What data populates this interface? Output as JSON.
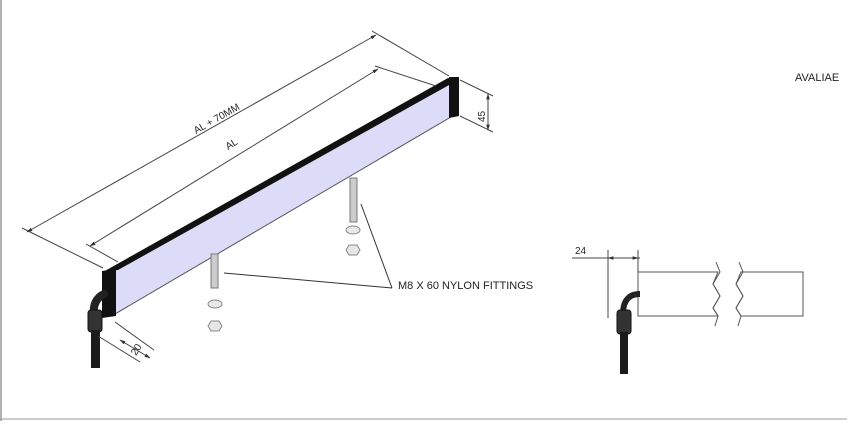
{
  "drawing": {
    "labels": {
      "overall_length": "AL + 70MM",
      "active_length": "AL",
      "height": "45",
      "cable_offset": "20",
      "fittings": "M8 X 60 NYLON FITTINGS",
      "side_dimension": "24",
      "availability_note": "AVALIAE"
    },
    "colors": {
      "panel_face": "#dcdcf8",
      "panel_top": "#111111",
      "cable": "#222222",
      "line": "#333333"
    }
  }
}
